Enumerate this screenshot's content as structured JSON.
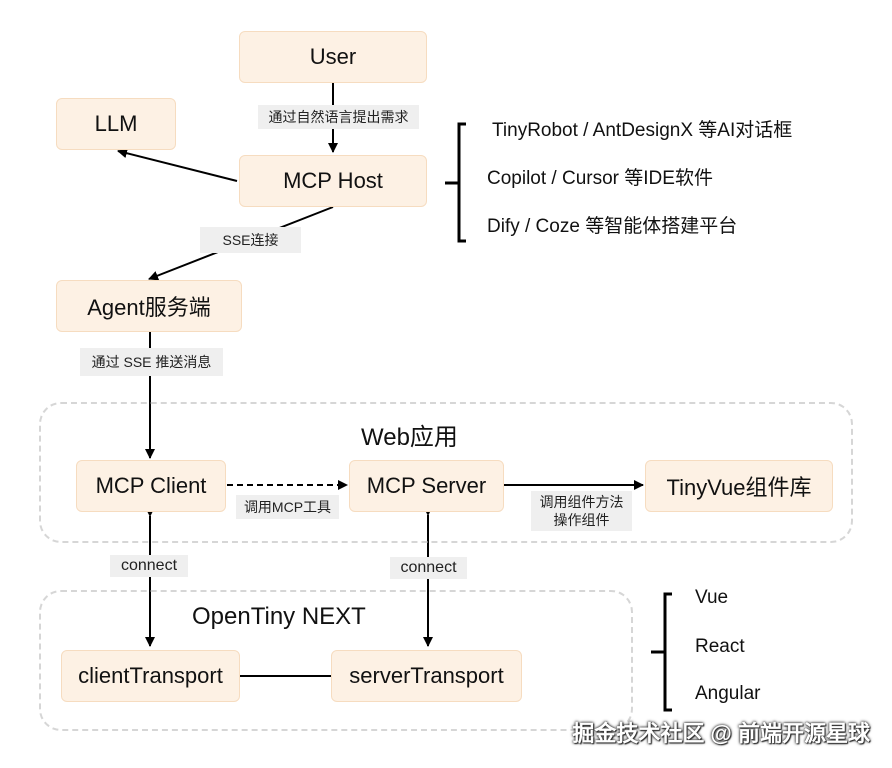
{
  "nodes": {
    "user": "User",
    "llm": "LLM",
    "mcp_host": "MCP Host",
    "agent_server": "Agent服务端",
    "mcp_client": "MCP Client",
    "mcp_server": "MCP Server",
    "tinyvue": "TinyVue组件库",
    "client_transport": "clientTransport",
    "server_transport": "serverTransport"
  },
  "edge_labels": {
    "user_to_host": "通过自然语言提出需求",
    "host_to_agent": "SSE连接",
    "agent_to_client": "通过 SSE 推送消息",
    "client_to_server": "调用MCP工具",
    "server_to_tinyvue_line1": "调用组件方法",
    "server_to_tinyvue_line2": "操作组件",
    "client_connect": "connect",
    "server_connect": "connect"
  },
  "groups": {
    "web_app": "Web应用",
    "opentiny": "OpenTiny NEXT"
  },
  "host_examples": [
    "TinyRobot / AntDesignX 等AI对话框",
    "Copilot / Cursor 等IDE软件",
    "Dify / Coze 等智能体搭建平台"
  ],
  "frameworks": [
    "Vue",
    "React",
    "Angular"
  ],
  "watermark": "掘金技术社区 @ 前端开源星球",
  "colors": {
    "node_fill": "#fdf1e4",
    "node_border": "#f6dcc0",
    "label_bg": "#efefef",
    "group_border": "#d6d6d6"
  }
}
